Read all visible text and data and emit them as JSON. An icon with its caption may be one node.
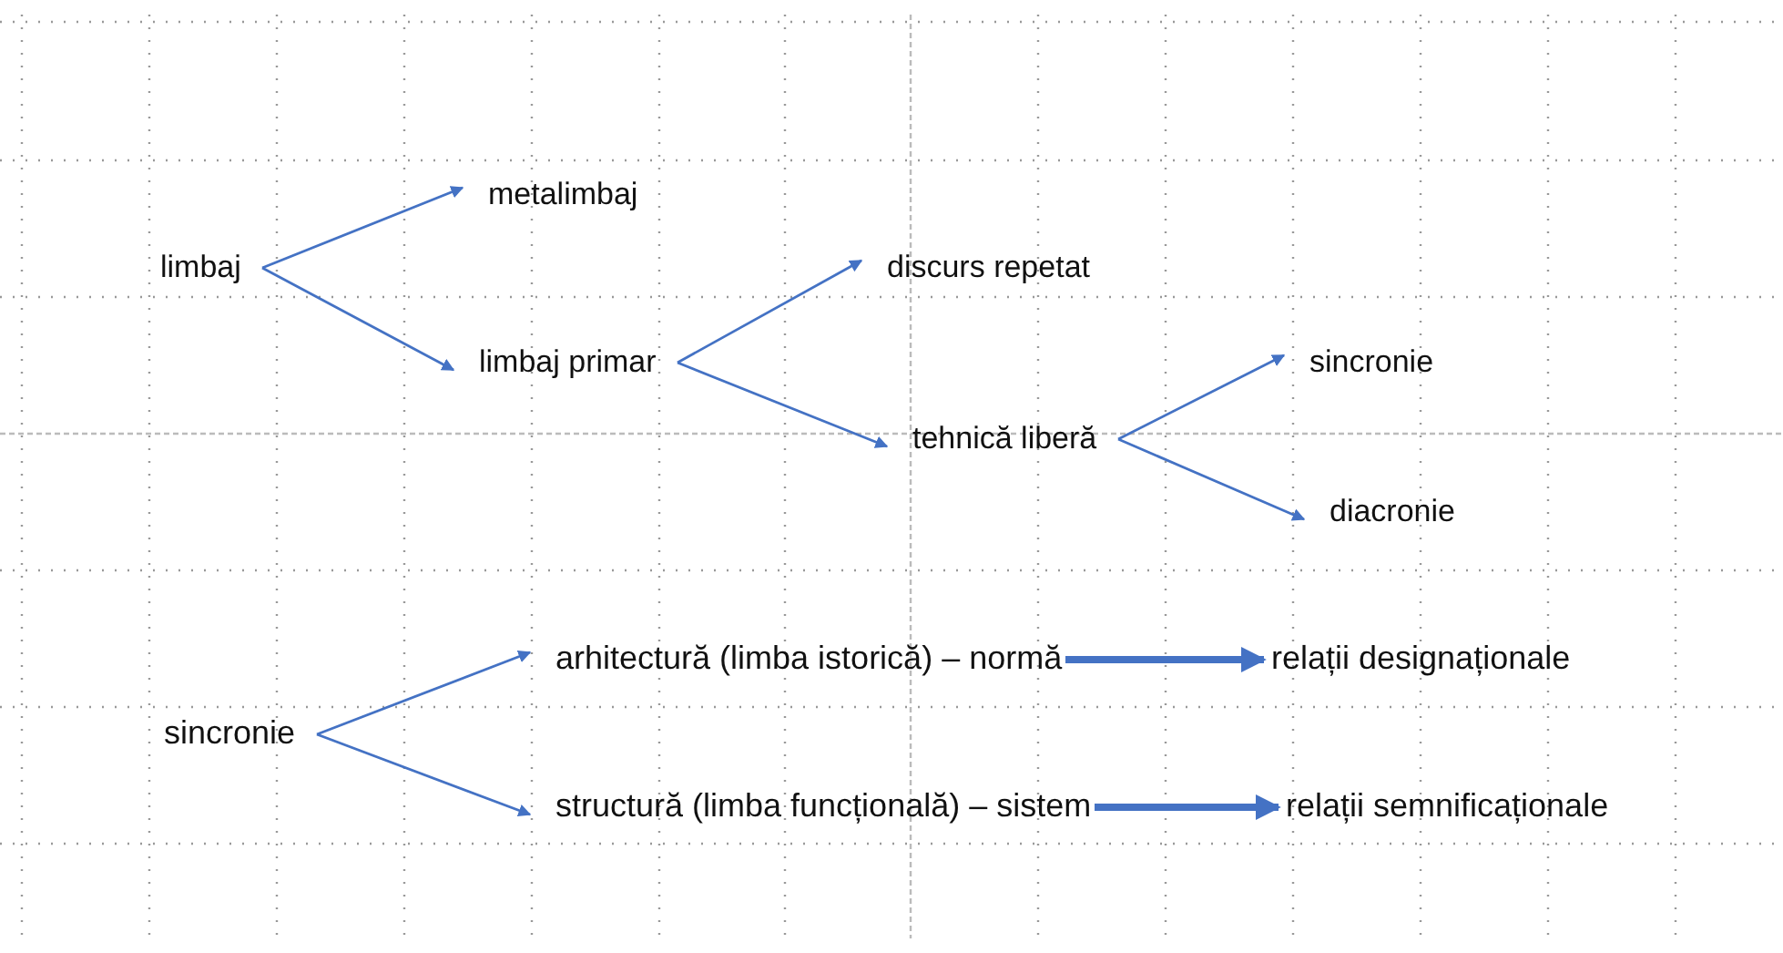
{
  "diagram": {
    "nodes": [
      {
        "text": [
          "limbaj"
        ]
      },
      {
        "text": [
          "metalimbaj"
        ]
      },
      {
        "text": [
          "limbaj primar"
        ]
      },
      {
        "text": [
          "discurs repetat"
        ]
      },
      {
        "text": [
          "tehnică liberă"
        ]
      },
      {
        "text": [
          "sincronie"
        ]
      },
      {
        "text": [
          "diacronie"
        ]
      },
      {
        "text": [
          "sincronie"
        ]
      },
      {
        "text": [
          "arhitectură (limba istorică) – normă"
        ]
      },
      {
        "text": [
          "relații designaționale"
        ]
      },
      {
        "text": [
          "structură (limba funcțională) – sistem"
        ]
      },
      {
        "text": [
          "relații semnificaționale"
        ]
      }
    ],
    "edges": [
      {
        "from": 0,
        "to": 1,
        "arrow": "to"
      },
      {
        "from": 0,
        "to": 2,
        "arrow": "to"
      },
      {
        "from": 2,
        "to": 3,
        "arrow": "to"
      },
      {
        "from": 2,
        "to": 4,
        "arrow": "to"
      },
      {
        "from": 4,
        "to": 5,
        "arrow": "to"
      },
      {
        "from": 4,
        "to": 6,
        "arrow": "to"
      },
      {
        "from": 7,
        "to": 8,
        "arrow": "to"
      },
      {
        "from": 7,
        "to": 10,
        "arrow": "to"
      },
      {
        "from": 8,
        "to": 9,
        "arrow": "to",
        "style": "thick"
      },
      {
        "from": 10,
        "to": 11,
        "arrow": "to",
        "style": "thick"
      }
    ]
  }
}
